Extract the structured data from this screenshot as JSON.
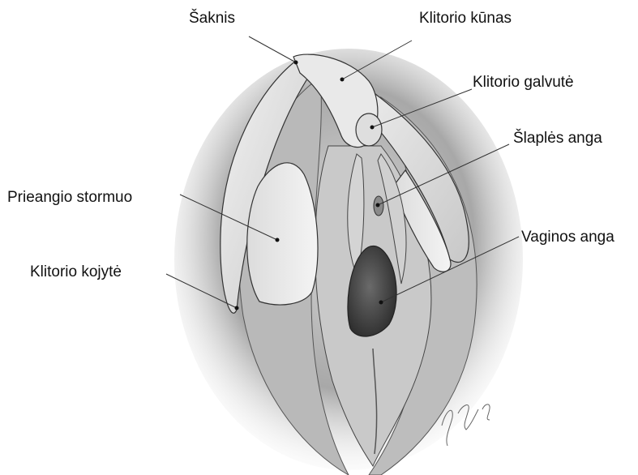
{
  "labels": {
    "root": "Šaknis",
    "body": "Klitorio kūnas",
    "glans": "Klitorio galvutė",
    "urethral_opening": "Šlaplės anga",
    "vestibular_bulb": "Prieangio stormuo",
    "vaginal_opening": "Vaginos anga",
    "crus": "Klitorio kojytė"
  },
  "colors": {
    "ink": "#111111",
    "shade_dark": "#3a3a3a",
    "shade_mid": "#9a9a9a",
    "shade_light": "#e6e6e6",
    "background": "#ffffff"
  }
}
